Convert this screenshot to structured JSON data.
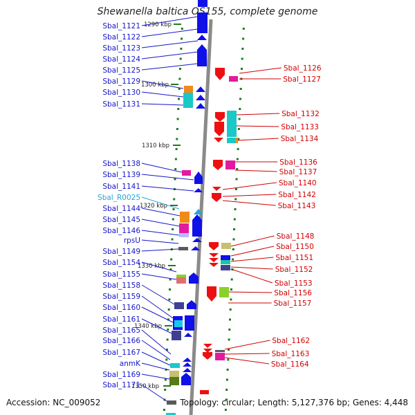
{
  "title": "Shewanella baltica OS155, complete genome",
  "footer": {
    "accession": "Accession: NC_009052",
    "meta": "Topology: circular; Length: 5,127,376 bp; Genes: 4,448"
  },
  "colors": {
    "left_label": "#1515c8",
    "right_label": "#d10000",
    "rna_label": "#22a8d8",
    "backbone": "#8a8a8a",
    "tick": "#1f7a1f"
  },
  "kbp_ticks": [
    "1290 kbp",
    "1300 kbp",
    "1310 kbp",
    "1320 kbp",
    "1330 kbp",
    "1340 kbp",
    "1350 kbp"
  ],
  "left_genes": [
    "Sbal_1121",
    "Sbal_1122",
    "Sbal_1123",
    "Sbal_1124",
    "Sbal_1125",
    "Sbal_1129",
    "Sbal_1130",
    "Sbal_1131",
    "Sbal_1138",
    "Sbal_1139",
    "Sbal_1141",
    "Sbal_R0025",
    "Sbal_1144",
    "Sbal_1145",
    "Sbal_1146",
    "rpsU",
    "Sbal_1149",
    "Sbal_1154",
    "Sbal_1155",
    "Sbal_1158",
    "Sbal_1159",
    "Sbal_1160",
    "Sbal_1161",
    "Sbal_1165",
    "Sbal_1166",
    "Sbal_1167",
    "anmK",
    "Sbal_1169",
    "Sbal_1171"
  ],
  "right_genes": [
    "Sbal_1126",
    "Sbal_1127",
    "Sbal_1132",
    "Sbal_1133",
    "Sbal_1134",
    "Sbal_1136",
    "Sbal_1137",
    "Sbal_1140",
    "Sbal_1142",
    "Sbal_1143",
    "Sbal_1148",
    "Sbal_1150",
    "Sbal_1151",
    "Sbal_1152",
    "Sbal_1153",
    "Sbal_1156",
    "Sbal_1157",
    "Sbal_1162",
    "Sbal_1163",
    "Sbal_1164"
  ]
}
